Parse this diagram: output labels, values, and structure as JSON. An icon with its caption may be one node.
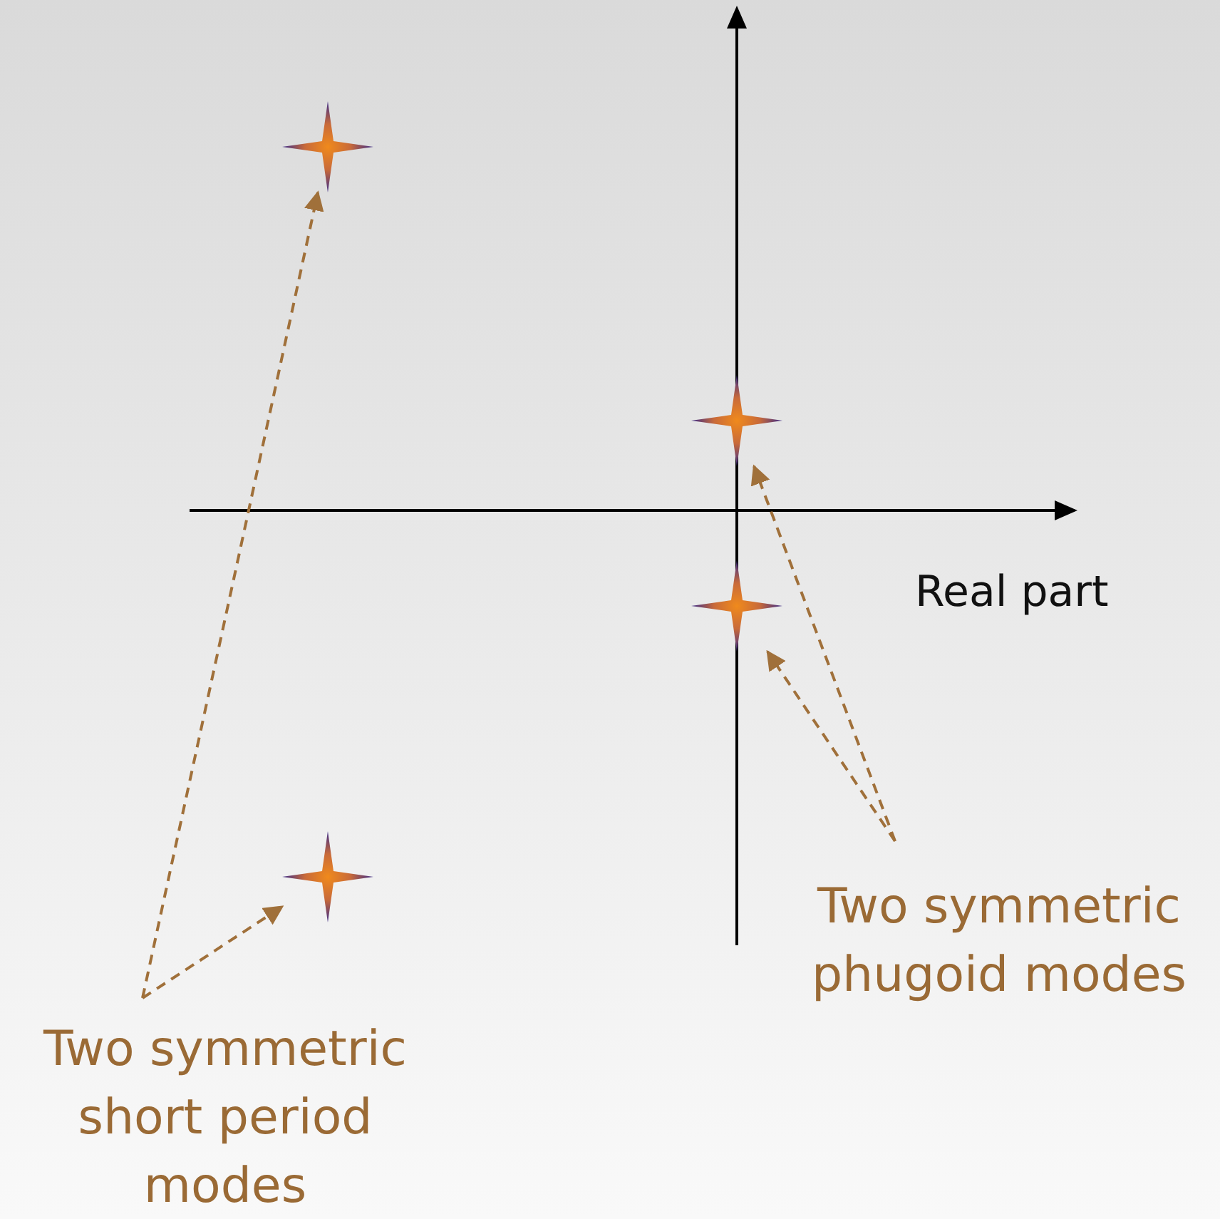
{
  "diagram": {
    "nodes": [
      {
        "text": [
          "Two symmetric short period modes"
        ]
      },
      {
        "text": [
          "Two symmetric phugoid modes"
        ]
      },
      {
        "text": [],
        "shape": "star"
      },
      {
        "text": [],
        "shape": "star"
      },
      {
        "text": [],
        "shape": "star"
      },
      {
        "text": [],
        "shape": "star"
      }
    ],
    "edges": [
      {
        "from": 0,
        "to": 2,
        "arrow": "to",
        "style": "dashed"
      },
      {
        "from": 0,
        "to": 5,
        "arrow": "to",
        "style": "dashed"
      },
      {
        "from": 1,
        "to": 3,
        "arrow": "to",
        "style": "dashed"
      },
      {
        "from": 1,
        "to": 4,
        "arrow": "to",
        "style": "dashed"
      }
    ],
    "labels": [
      "Real part"
    ]
  }
}
